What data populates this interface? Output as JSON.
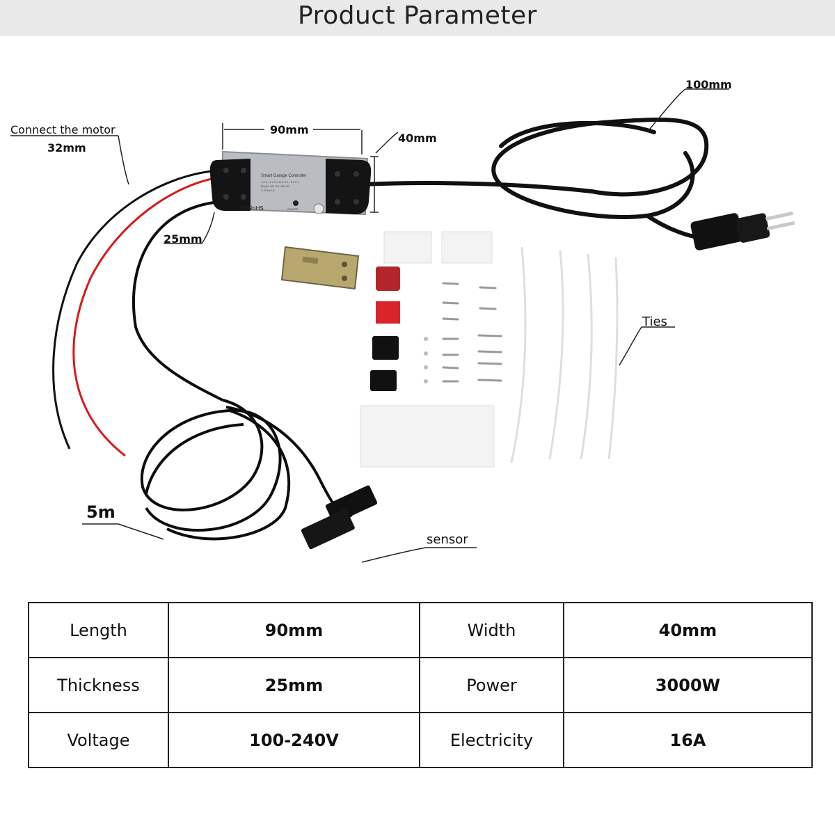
{
  "header": {
    "title": "Product Parameter"
  },
  "annotations": {
    "connect_motor": "Connect the motor",
    "wire_32": "32mm",
    "width_90": "90mm",
    "height_40": "40mm",
    "cable_100": "100mm",
    "depth_25": "25mm",
    "ties": "Ties",
    "cable_5m": "5m",
    "sensor": "sensor"
  },
  "device_label": {
    "title": "Smart Garage Controller",
    "line1": "1 0 0 - 2 4 0 V  A C  5 0 / 6 0 H z",
    "line2": "Model: WF-G0 / BH-00",
    "line3": "2.4GHz 1A",
    "cert": "CE RoHS",
    "port": "ON/OFF"
  },
  "specs": {
    "rows": [
      [
        {
          "label": "Length",
          "value": "90mm"
        },
        {
          "label": "Width",
          "value": "40mm"
        }
      ],
      [
        {
          "label": "Thickness",
          "value": "25mm"
        },
        {
          "label": "Power",
          "value": "3000W"
        }
      ],
      [
        {
          "label": "Voltage",
          "value": "100-240V"
        },
        {
          "label": "Electricity",
          "value": "16A"
        }
      ]
    ]
  }
}
